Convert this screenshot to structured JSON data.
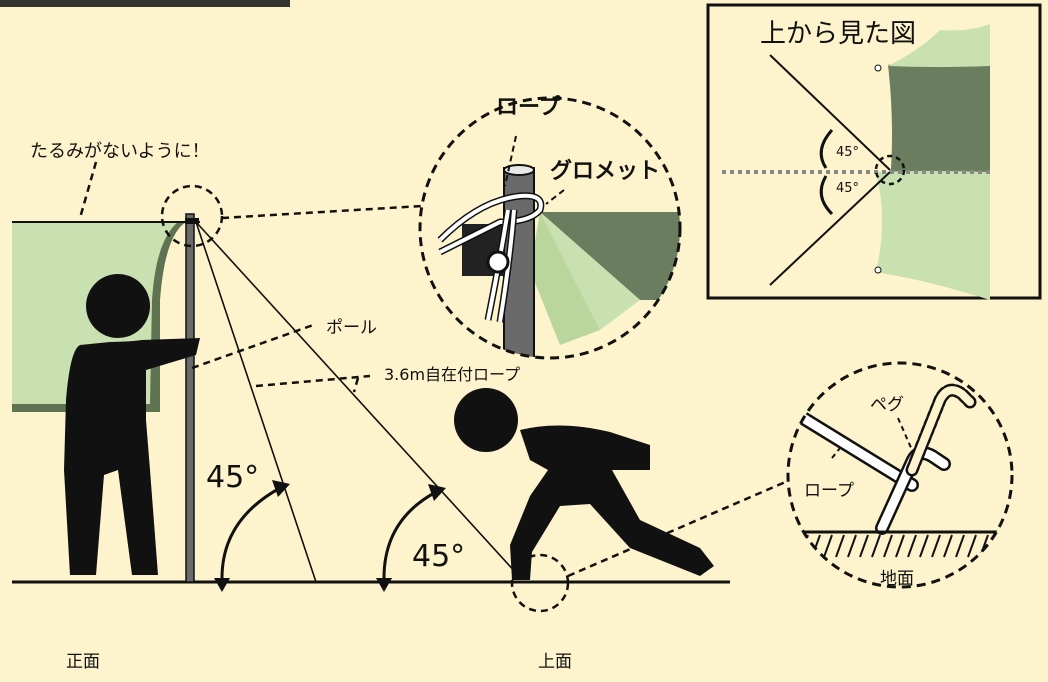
{
  "labels": {
    "no_slack": "たるみがないように！",
    "rope": "ロープ",
    "grommet": "グロメット",
    "pole": "ポール",
    "adjustable_rope": "3.6m自在付ロープ",
    "top_view_title": "上から見た図",
    "angle_top_upper": "45°",
    "angle_top_lower": "45°",
    "angle_pole": "45°",
    "angle_ground": "45°",
    "peg": "ペグ",
    "rope_peg": "ロープ",
    "ground": "地面",
    "front": "正面",
    "top": "上面"
  },
  "colors": {
    "background": "#fdf3cc",
    "tarp_light": "#c9e0b0",
    "tarp_dark": "#6b7d5f",
    "tarp_edge": "#5f7353",
    "line": "#111111"
  }
}
